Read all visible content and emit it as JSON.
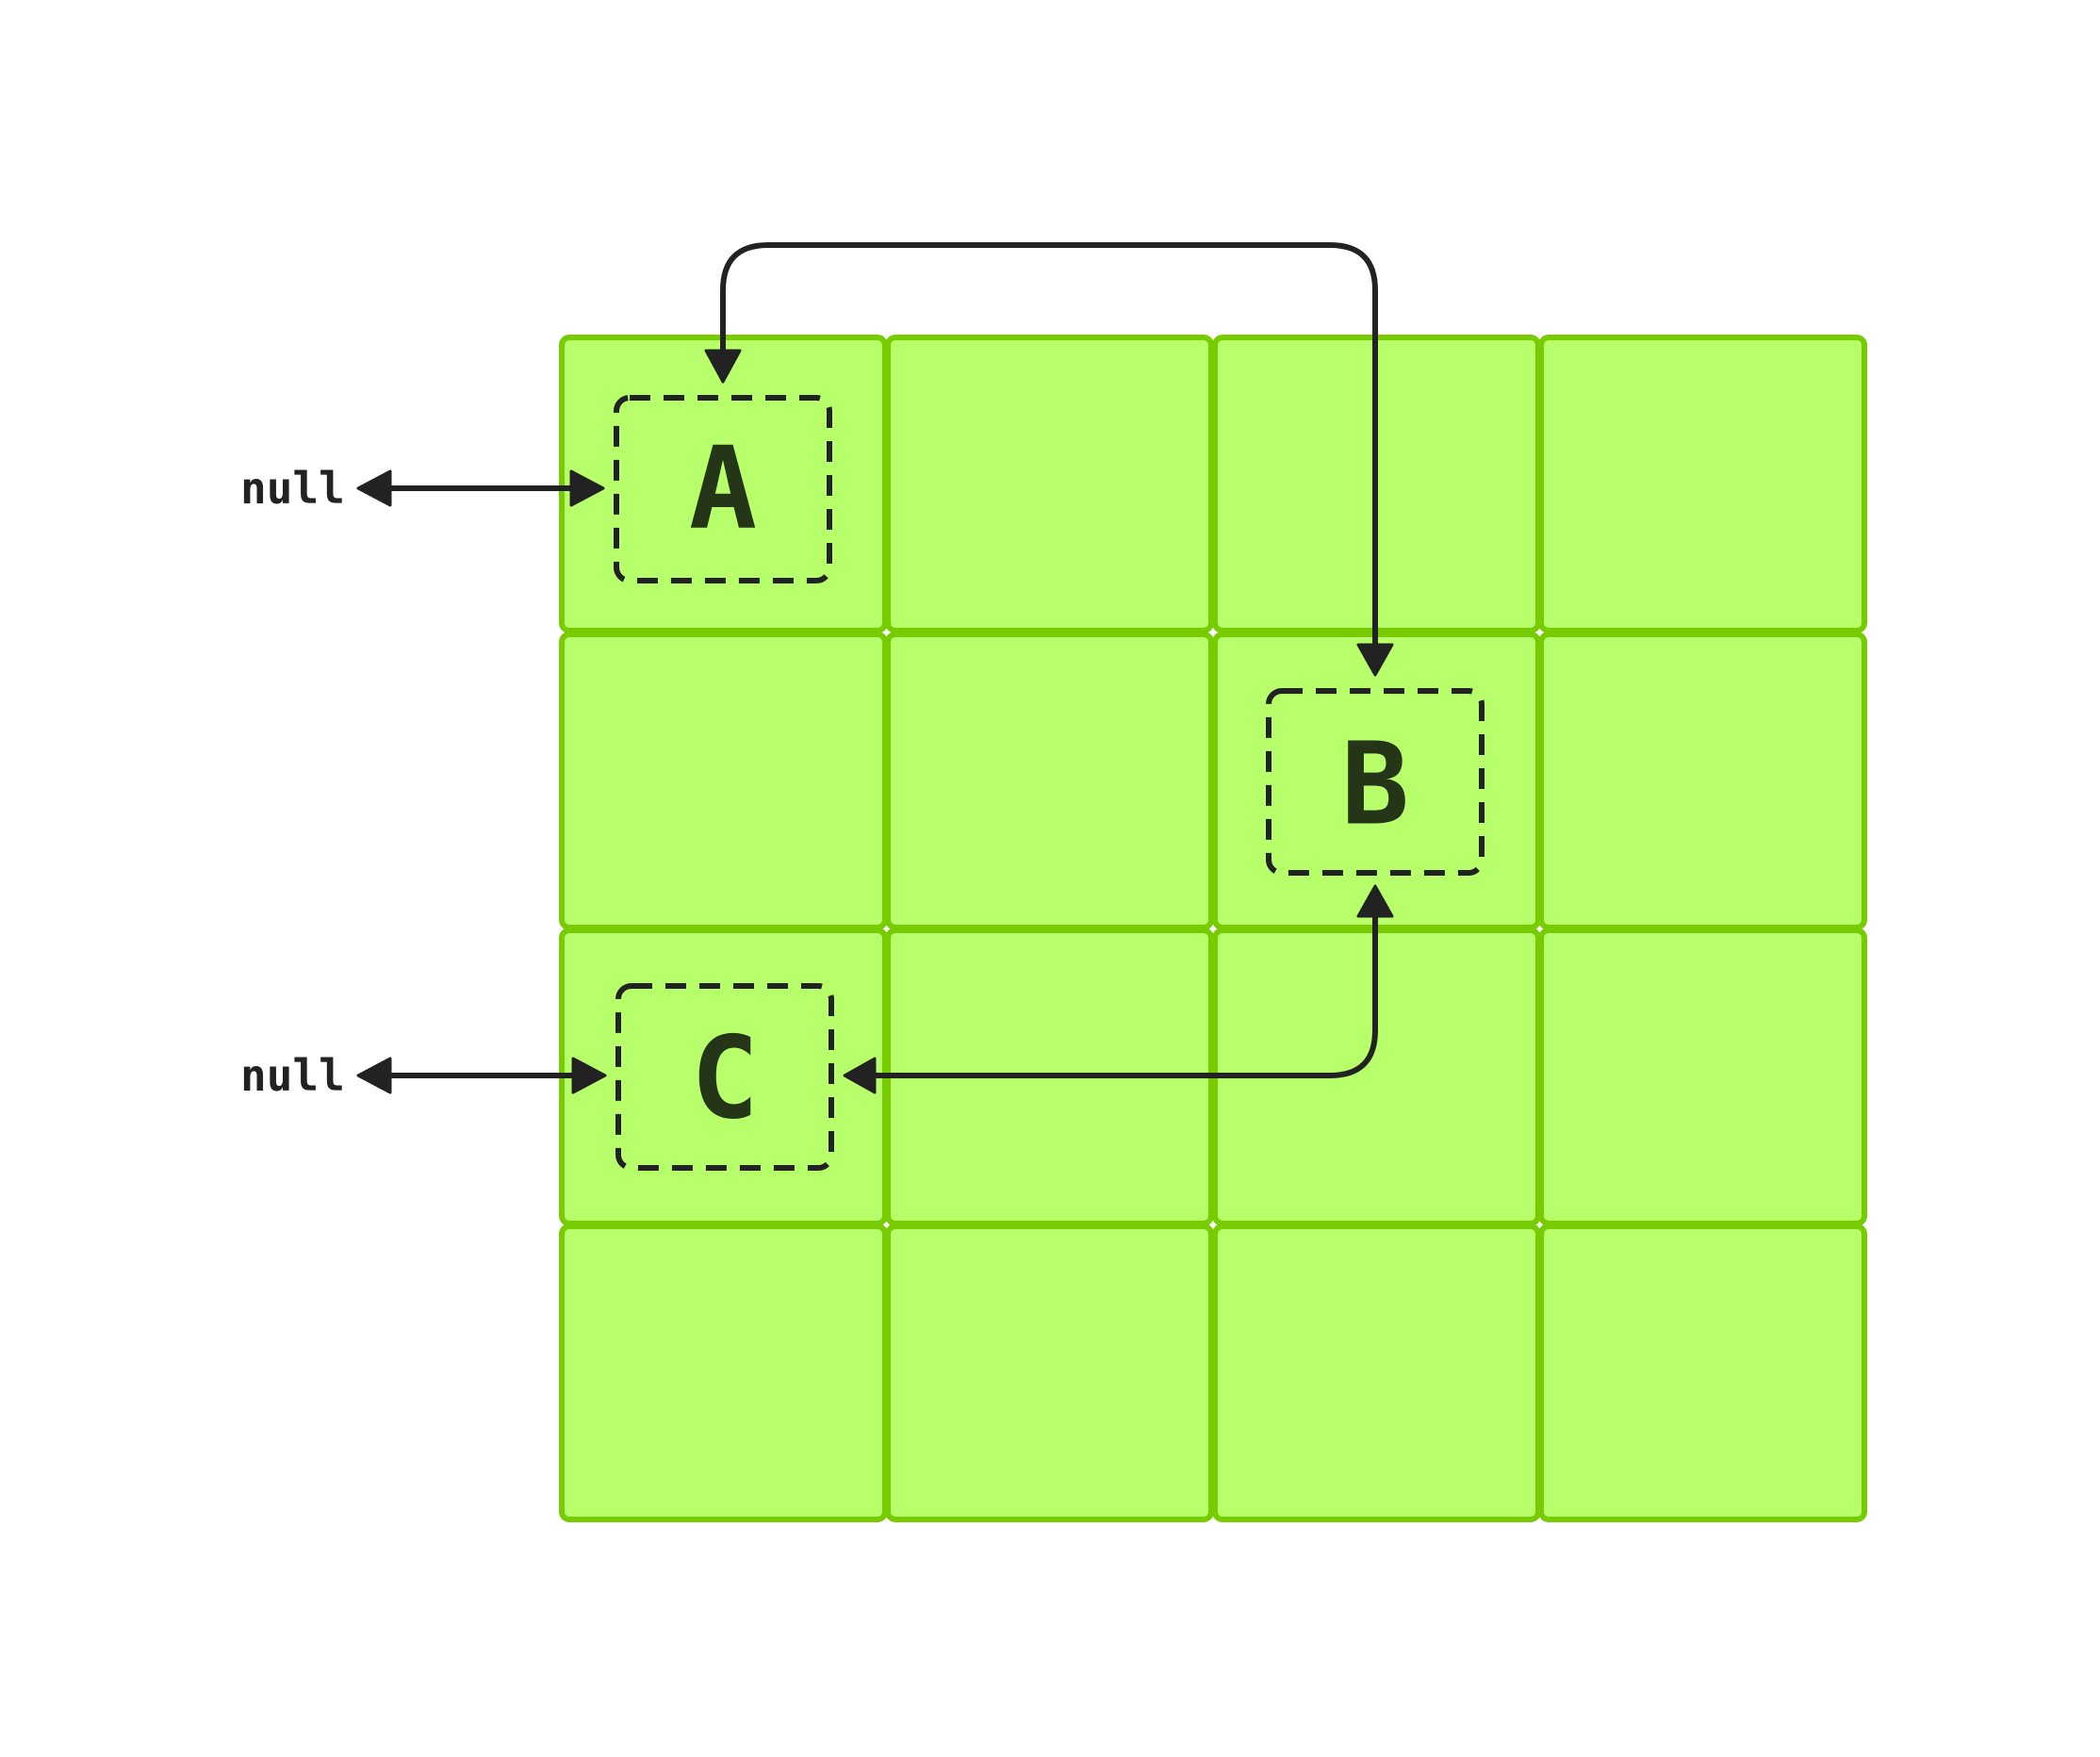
{
  "grid": {
    "rows": 4,
    "cols": 4,
    "fill_color": "#b8ff6c",
    "border_color": "#76cc00"
  },
  "nodes": {
    "a": {
      "label": "A",
      "row": 0,
      "col": 0
    },
    "b": {
      "label": "B",
      "row": 1,
      "col": 2
    },
    "c": {
      "label": "C",
      "row": 2,
      "col": 0
    }
  },
  "null_labels": {
    "top": "null",
    "bottom": "null"
  },
  "links": [
    {
      "from": "null",
      "to": "A",
      "direction": "bidirectional"
    },
    {
      "from": "A",
      "to": "B",
      "direction": "bidirectional"
    },
    {
      "from": "B",
      "to": "C",
      "direction": "bidirectional"
    },
    {
      "from": "null",
      "to": "C",
      "direction": "bidirectional"
    }
  ],
  "colors": {
    "line": "#222222",
    "node_text": "#243518"
  }
}
